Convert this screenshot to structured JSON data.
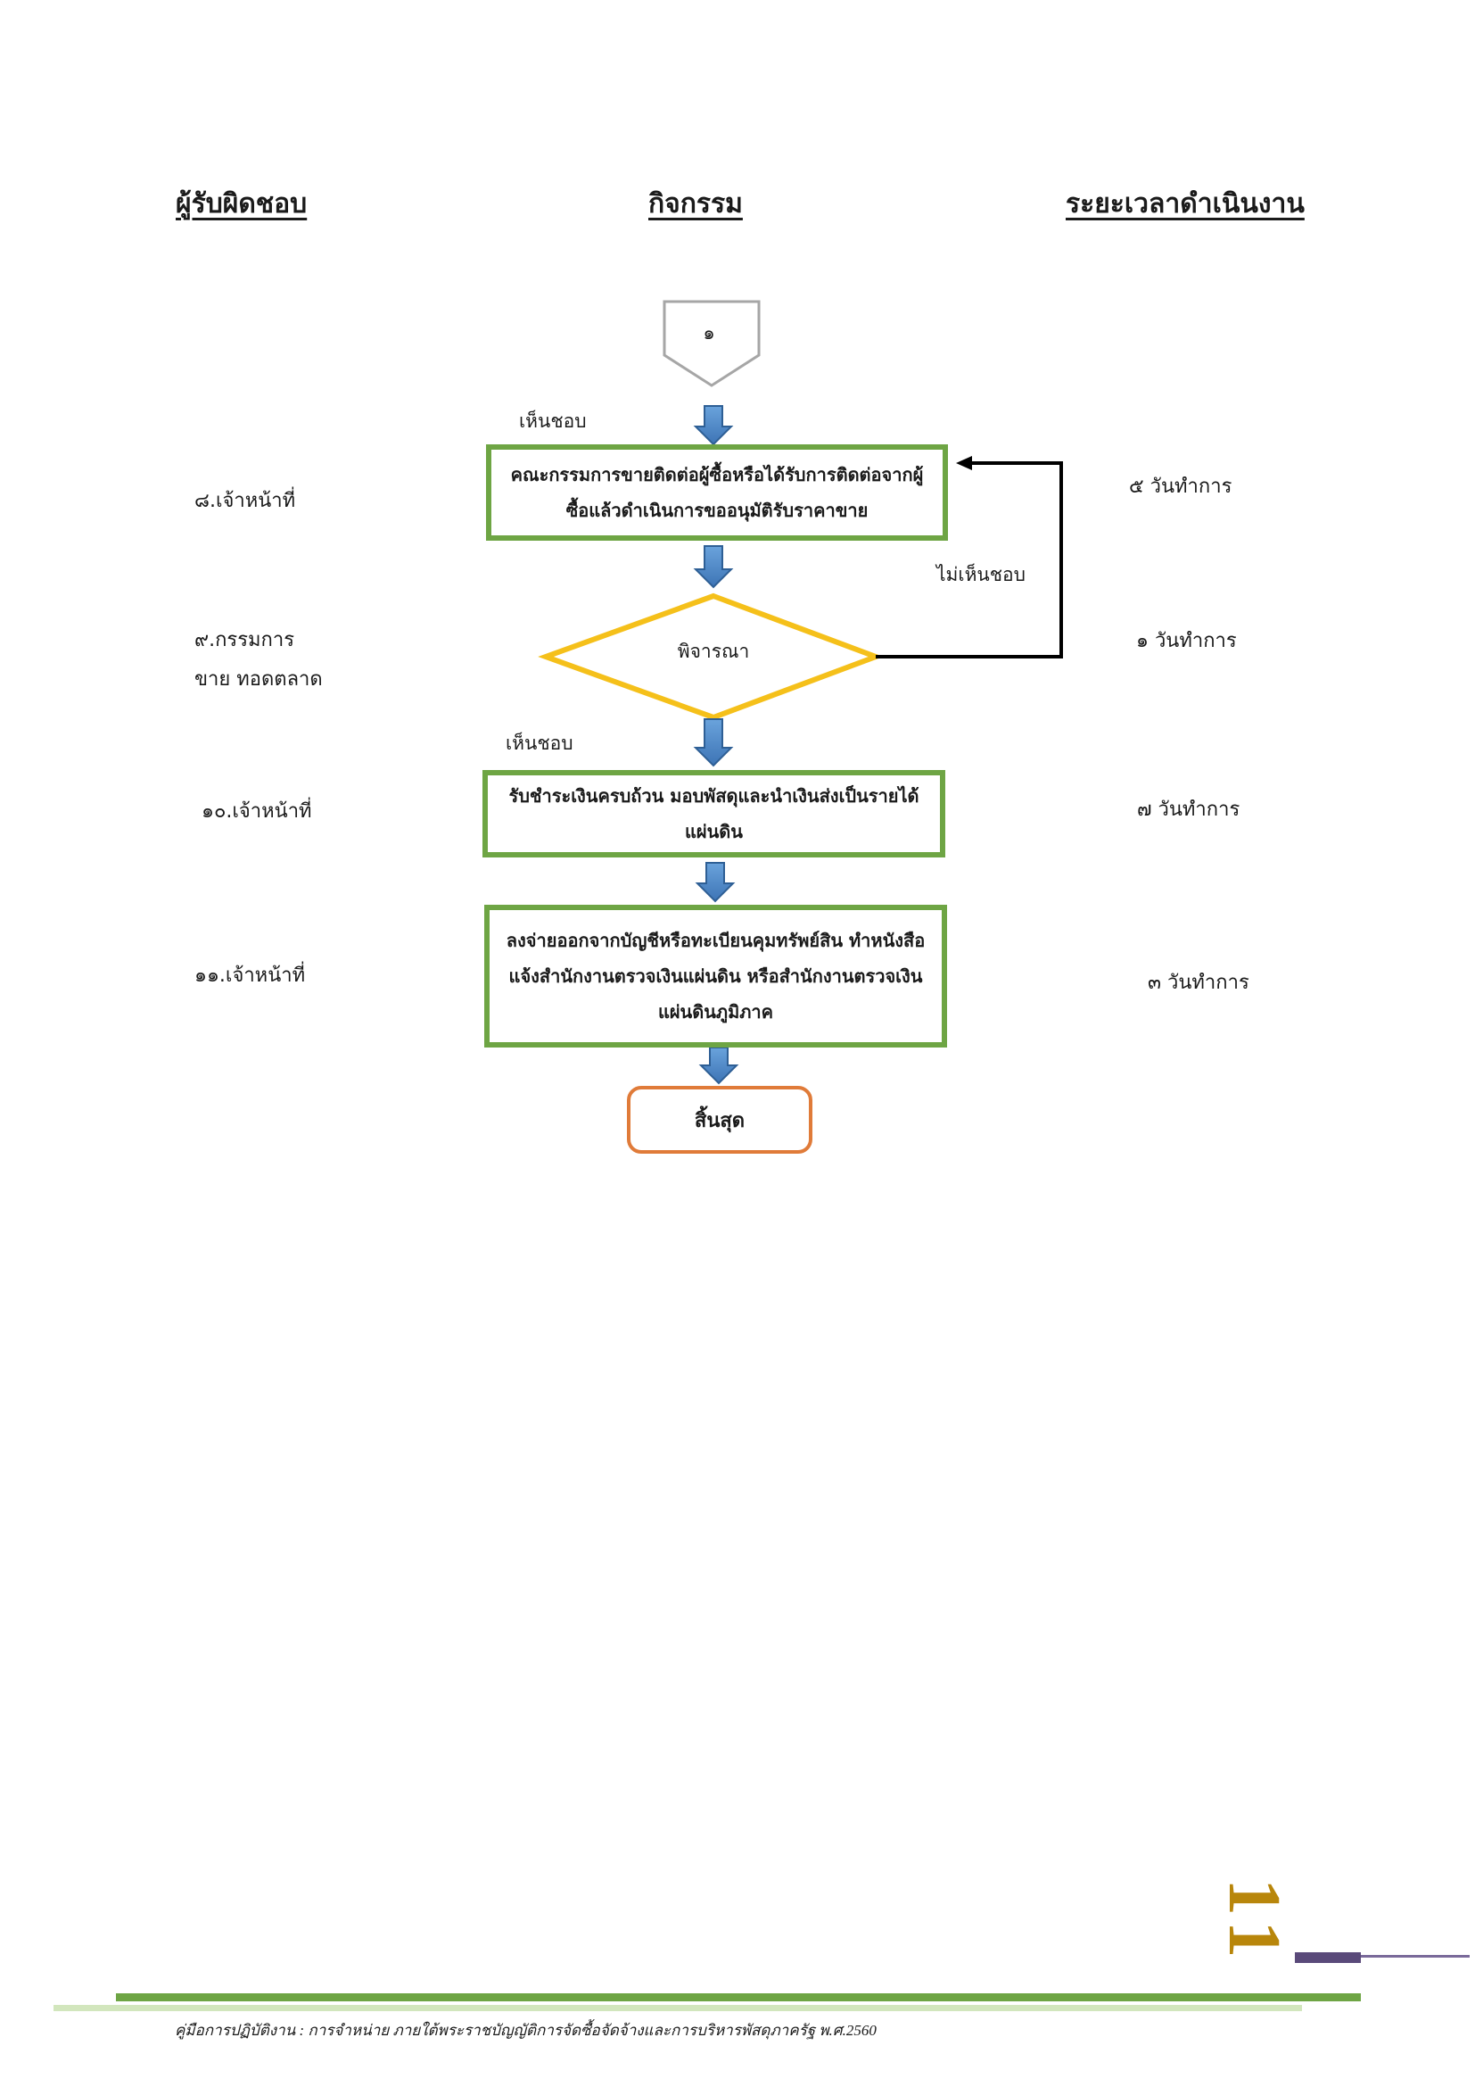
{
  "headers": {
    "responsible": "ผู้รับผิดชอบ",
    "activity": "กิจกรรม",
    "duration": "ระยะเวลาดำเนินงาน"
  },
  "flow": {
    "connector_label": "๑",
    "approve_label_1": "เห็นชอบ",
    "box1": "คณะกรรมการขายติดต่อผู้ซื้อหรือได้รับการติดต่อจากผู้ซื้อแล้วดำเนินการขออนุมัติรับราคาขาย",
    "reject_label": "ไม่เห็นชอบ",
    "decision": "พิจารณา",
    "approve_label_2": "เห็นชอบ",
    "box2": "รับชำระเงินครบถ้วน มอบพัสดุและนำเงินส่งเป็นรายได้แผ่นดิน",
    "box3": "ลงจ่ายออกจากบัญชีหรือทะเบียนคุมทรัพย์สิน ทำหนังสือแจ้งสำนักงานตรวจเงินแผ่นดิน หรือสำนักงานตรวจเงินแผ่นดินภูมิภาค",
    "end": "สิ้นสุด"
  },
  "roles": [
    "๘.เจ้าหน้าที่",
    "๙.กรรมการขาย ทอดตลาด",
    "๑๐.เจ้าหน้าที่",
    "๑๑.เจ้าหน้าที่"
  ],
  "durations": [
    "๕ วันทำการ",
    "๑ วันทำการ",
    "๗ วันทำการ",
    "๓ วันทำการ"
  ],
  "page_number": "11",
  "footer": "คู่มือการปฏิบัติงาน : การจำหน่าย ภายใต้พระราชบัญญัติการจัดซื้อจัดจ้างและการบริหารพัสดุภาครัฐ พ.ศ.2560",
  "colors": {
    "process_border": "#6ea544",
    "decision_border": "#f5c01a",
    "end_border": "#e07b39",
    "arrow_fill": "#4a86c5",
    "connector_border": "#a6a6a6"
  }
}
